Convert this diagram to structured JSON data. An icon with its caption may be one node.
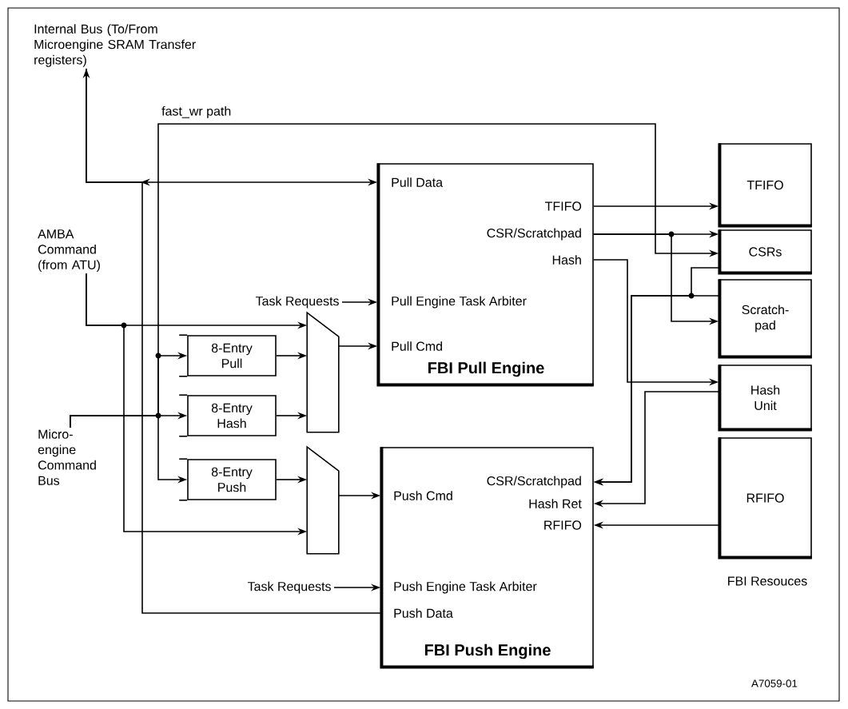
{
  "diagram": {
    "nodes": [
      {
        "text": [
          "Internal Bus (To/From Microengine SRAM Transfer registers)"
        ]
      },
      {
        "text": [
          "AMBA Command (from ATU)"
        ]
      },
      {
        "text": [
          "Micro-engine Command Bus"
        ]
      },
      {
        "text": [
          "Pull Data",
          "TFIFO",
          "CSR/Scratchpad",
          "Hash",
          "Pull Engine Task Arbiter",
          "Pull Cmd",
          "FBI Pull Engine"
        ]
      },
      {
        "text": [
          "CSR/Scratchpad",
          "Hash Ret",
          "RFIFO",
          "Push Cmd",
          "Push Engine Task Arbiter",
          "Push Data",
          "FBI Push Engine"
        ]
      },
      {
        "text": [
          "8-Entry Pull"
        ]
      },
      {
        "text": [
          "8-Entry Hash"
        ]
      },
      {
        "text": [
          "8-Entry Push"
        ]
      },
      {
        "text": [],
        "shape": "trapezoid"
      },
      {
        "text": [],
        "shape": "trapezoid"
      },
      {
        "text": [
          "TFIFO"
        ]
      },
      {
        "text": [
          "CSRs"
        ]
      },
      {
        "text": [
          "Scratch-pad"
        ]
      },
      {
        "text": [
          "Hash Unit"
        ]
      },
      {
        "text": [
          "RFIFO"
        ]
      },
      {
        "text": [
          "Task Requests"
        ]
      },
      {
        "text": [
          "Task Requests"
        ]
      }
    ],
    "edges": [
      {
        "from": 0,
        "to": 3,
        "arrow": "to"
      },
      {
        "from": 4,
        "to": 0,
        "arrow": "to"
      },
      {
        "from": 1,
        "to": 8,
        "arrow": "to"
      },
      {
        "from": 1,
        "to": 9,
        "arrow": "to"
      },
      {
        "from": 2,
        "to": 5,
        "arrow": "to"
      },
      {
        "from": 2,
        "to": 6,
        "arrow": "to"
      },
      {
        "from": 2,
        "to": 7,
        "arrow": "to"
      },
      {
        "from": 2,
        "to": 11,
        "arrow": "to",
        "label": "fast_wr path"
      },
      {
        "from": 5,
        "to": 8,
        "arrow": "to"
      },
      {
        "from": 6,
        "to": 8,
        "arrow": "to"
      },
      {
        "from": 7,
        "to": 9,
        "arrow": "to"
      },
      {
        "from": 8,
        "to": 3,
        "arrow": "to"
      },
      {
        "from": 9,
        "to": 4,
        "arrow": "to"
      },
      {
        "from": 15,
        "to": 3,
        "arrow": "to"
      },
      {
        "from": 16,
        "to": 4,
        "arrow": "to"
      },
      {
        "from": 3,
        "to": 10,
        "arrow": "to"
      },
      {
        "from": 3,
        "to": 11,
        "arrow": "to"
      },
      {
        "from": 3,
        "to": 12,
        "arrow": "to"
      },
      {
        "from": 3,
        "to": 13,
        "arrow": "to"
      },
      {
        "from": 11,
        "to": 4,
        "arrow": "to"
      },
      {
        "from": 12,
        "to": 4,
        "arrow": "to"
      },
      {
        "from": 13,
        "to": 4,
        "arrow": "to"
      },
      {
        "from": 14,
        "to": 4,
        "arrow": "to"
      }
    ],
    "labels": [
      "FBI Resouces",
      "A7059-01"
    ]
  }
}
